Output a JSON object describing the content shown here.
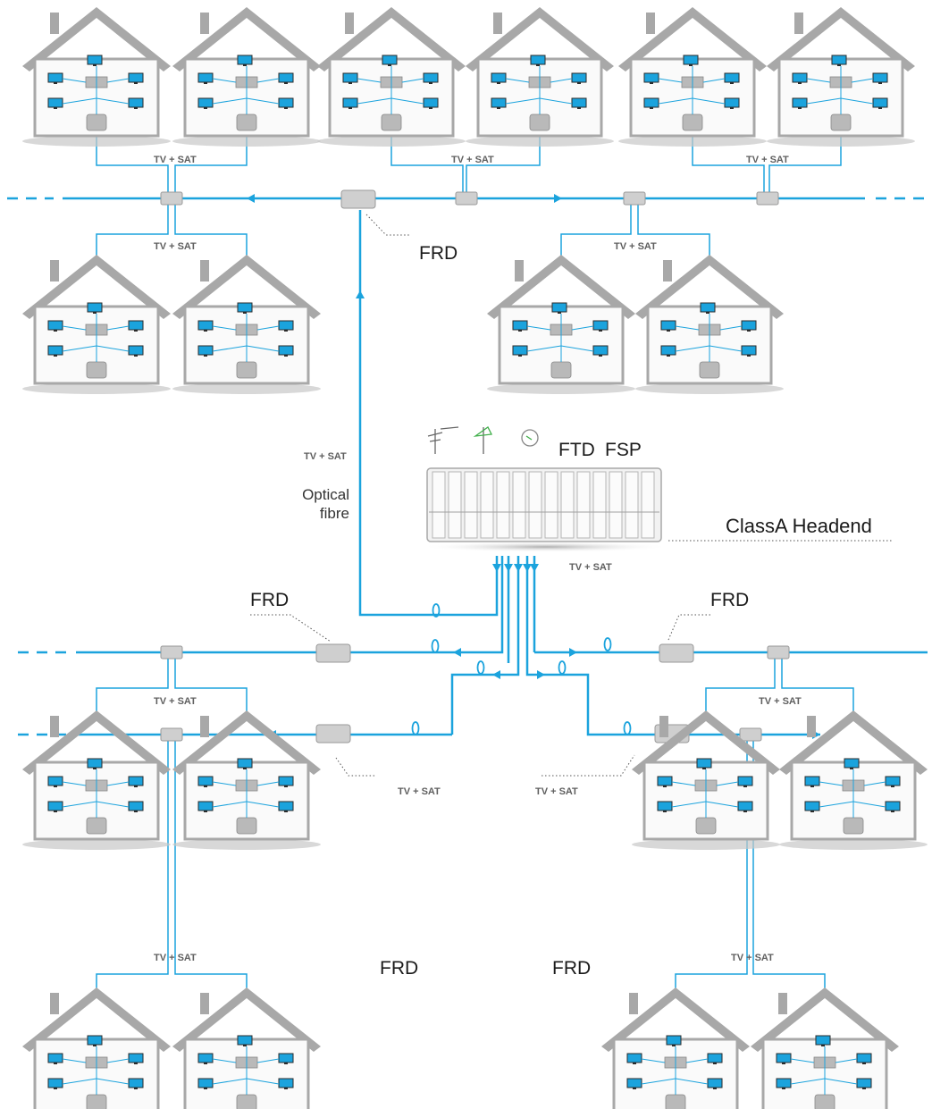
{
  "labels": {
    "tv_sat": "TV + SAT",
    "frd": "FRD",
    "ftd": "FTD",
    "fsp": "FSP",
    "headend": "ClassA Headend",
    "optical_line1": "Optical",
    "optical_line2": "fibre"
  },
  "colors": {
    "fibre": "#1ba3dd",
    "coax": "#1ba3dd",
    "house_outline": "#a8a8a8",
    "house_fill": "#fafafa",
    "device": "#b9b9b9",
    "tv_screen": "#1ba3dd",
    "ground_shadow": "#c8c8c8"
  },
  "icons": [
    "house-icon",
    "tv-icon",
    "splitter-icon",
    "tap-icon",
    "frd-icon",
    "headend-icon",
    "antenna-icon",
    "dish-icon"
  ]
}
